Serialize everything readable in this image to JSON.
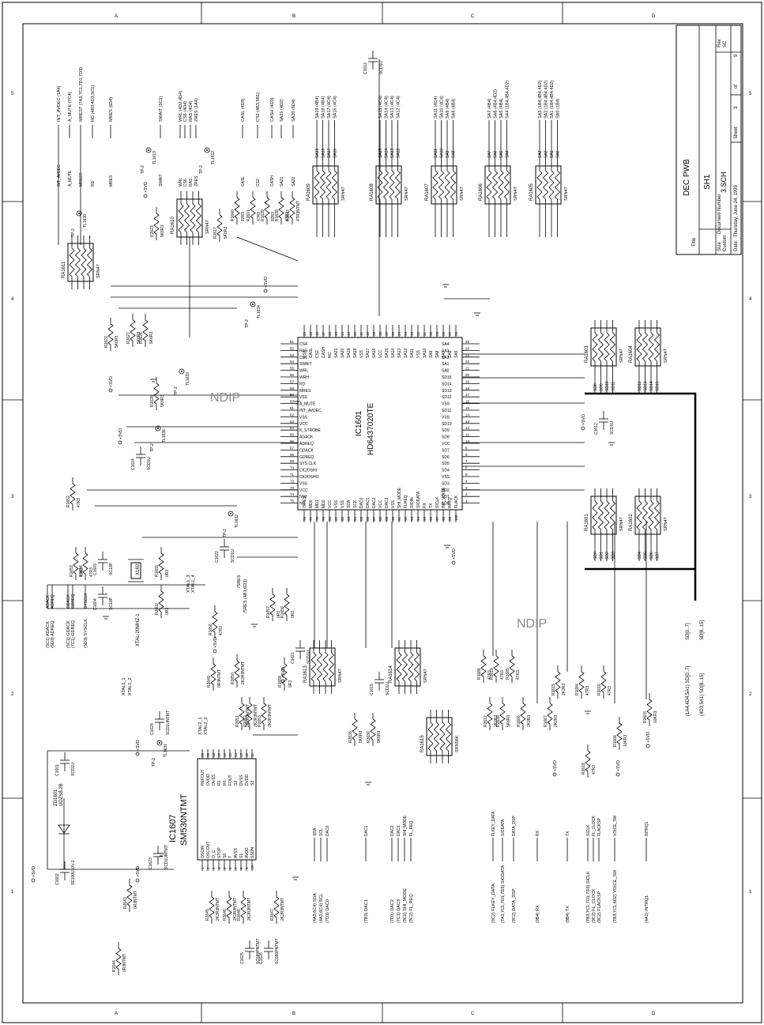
{
  "title_block": {
    "title_label": "Title",
    "title": "DEC PWB",
    "sheet_name": "SH1",
    "size_label": "Size",
    "size_value": "Custom",
    "doc_label": "Document Number",
    "doc_number": "3.SCH",
    "rev_label": "Rev",
    "rev_value": "SC",
    "date_label": "Date:",
    "date_value": "Thursday, June 24, 1999",
    "sheet_label": "Sheet",
    "sheet_num": "3",
    "of_label": "of",
    "sheet_total": "9"
  },
  "border": {
    "cols": [
      "A",
      "B",
      "C",
      "D"
    ],
    "rows": [
      "1",
      "2",
      "3",
      "4",
      "5"
    ]
  },
  "watermark": [
    "NDIP",
    "NDIP"
  ],
  "ics": {
    "main": {
      "ref": "IC1601",
      "part": "HD6437020TE"
    },
    "clock": {
      "ref": "IC1607",
      "part": "SM530NTMT"
    },
    "zener": {
      "ref": "ZD1601",
      "part": "UDZS8.2B"
    }
  },
  "ic1601_pins": {
    "top": [
      "VSS",
      "CASL",
      "CS2",
      "CASH",
      "NC",
      "SA21",
      "SA20",
      "SA19",
      "SA18",
      "VSS",
      "SA17",
      "SA16",
      "VCC",
      "SA15",
      "SA14",
      "SA13",
      "SA12",
      "SA11",
      "VSS",
      "SA10",
      "SA9",
      "SA8",
      "SA7",
      "SA6",
      "SA5"
    ],
    "top_nums": [
      "50",
      "49",
      "48",
      "47",
      "46",
      "45",
      "44",
      "43",
      "42",
      "41",
      "40",
      "39",
      "38",
      "37",
      "36",
      "35",
      "34",
      "33",
      "32",
      "31",
      "30",
      "29",
      "28",
      "27",
      "26"
    ],
    "left": [
      "CS4",
      "RAS",
      "CS6",
      "SWAIT",
      "WRL",
      "WRH",
      "RD",
      "MRES",
      "VSS",
      "A_MUTE",
      "INT_AVDEC",
      "VSS",
      "VCC",
      "K_STROBE",
      "ADACK",
      "ADREQ",
      "GDACK",
      "GDREQ",
      "SYS CLK",
      "CK2OSHI",
      "CK2OSHO",
      "VSS",
      "VCC",
      "NMI",
      "NC"
    ],
    "left_nums": [
      "51",
      "52",
      "53",
      "54",
      "55",
      "56",
      "57",
      "58",
      "59",
      "60",
      "61",
      "62",
      "63",
      "64",
      "65",
      "66",
      "67",
      "68",
      "69",
      "70",
      "71",
      "72",
      "73",
      "74",
      "75"
    ],
    "bottom": [
      "/SRES",
      "MD0",
      "MD1",
      "MD2",
      "VCC",
      "VSS",
      "VSS",
      "SDA",
      "SCK",
      "DAC0",
      "DAC1",
      "DAC2",
      "VCC",
      "DAC3",
      "VSS",
      "SHI_MODE",
      "FLREQ",
      "SIOIN",
      "SIODATA",
      "RX",
      "TX",
      "SICLK",
      "INT_VOICE",
      "INTIQ",
      "FLACK"
    ],
    "bottom_nums": [
      "76",
      "77",
      "78",
      "79",
      "80",
      "81",
      "82",
      "83",
      "84",
      "85",
      "86",
      "87",
      "88",
      "89",
      "90",
      "91",
      "92",
      "93",
      "94",
      "95",
      "96",
      "97",
      "98",
      "99",
      "100"
    ],
    "right": [
      "SA4",
      "SA3",
      "SA2",
      "SA1",
      "SA0",
      "SD15",
      "SD14",
      "SD13",
      "SD12",
      "VSS",
      "SD11",
      "VSS",
      "SD10",
      "SD9",
      "SD8",
      "VCC",
      "SD7",
      "SD6",
      "SD5",
      "SD4",
      "VSS",
      "SD3",
      "SD2",
      "SD1",
      "SD0"
    ],
    "right_nums": [
      "25",
      "24",
      "23",
      "22",
      "21",
      "20",
      "19",
      "18",
      "17",
      "16",
      "15",
      "14",
      "13",
      "12",
      "11",
      "10",
      "9",
      "8",
      "7",
      "6",
      "5",
      "4",
      "3",
      "2",
      "1"
    ]
  },
  "ic1607_pins": {
    "top": [
      "REFOUT",
      "OVDD",
      "OVSS",
      "R1",
      "R0",
      "FOUT",
      "S2",
      "DVSS",
      "DVDD",
      "S3"
    ],
    "top_nums": [
      "20",
      "19",
      "18",
      "17",
      "16",
      "15",
      "14",
      "13",
      "12",
      "11"
    ],
    "bottom": [
      "OSCIN",
      "OSCOUT",
      "O_C",
      "STOP",
      "S0",
      "T",
      "AVSS",
      "S1",
      "AVDD",
      "SSON"
    ],
    "bottom_nums": [
      "1",
      "2",
      "3",
      "4",
      "5",
      "6",
      "7",
      "8",
      "9",
      "10"
    ]
  },
  "top_address_groups": [
    {
      "ref": "RA1609",
      "type": "SRN47",
      "signals": [
        "SA19 (4B4)",
        "SA18 (4B4)",
        "SA17 (4C4)",
        "SA16 (4C4)"
      ],
      "nets": [
        "SA19",
        "SA18",
        "SA17",
        "SA16"
      ]
    },
    {
      "ref": "RA1608",
      "type": "SRN47",
      "signals": [
        "SA15 (4C4)",
        "SA14 (4C4)",
        "SA13 (4C4)",
        "SA12 (4C4)"
      ],
      "nets": [
        "SA15",
        "SA14",
        "SA13",
        "SA12"
      ]
    },
    {
      "ref": "RA1607",
      "type": "SRN47",
      "signals": [
        "SA11 (4C4)",
        "SA10 (4C4)",
        "SA9 (4B4)",
        "SA8 (4B4)"
      ],
      "nets": [
        "SA11",
        "SA10",
        "SA9",
        "SA8"
      ]
    },
    {
      "ref": "RA1606",
      "type": "SRN47",
      "signals": [
        "SA7 (4B4)",
        "SA6 (4B4,4D2)",
        "SA5 (4B4)",
        "SA4 (1B4,4B4,4D2)"
      ],
      "nets": [
        "SA7",
        "SA6",
        "SA5",
        "SA4"
      ]
    },
    {
      "ref": "RA1605",
      "type": "SRN47",
      "signals": [
        "SA3 (1B4,4B4,4D2)",
        "SA2 (1B4,4B4,4D2)",
        "SA1 (1B4,4B4,4D2)",
        "SA0 (1B4)"
      ],
      "nets": [
        "SA3",
        "SA2",
        "SA1",
        "SA0"
      ]
    }
  ],
  "top_left_signals": [
    "INT_AVDEC (1A4)",
    "A_MUTE (7C4)",
    "MREST (7A3,7C1,7D1,7D3)",
    "RD (4B3,4D3,5C1)",
    "MRES (6D4)",
    "SWAIT (5C1)",
    "WRL (4D2,4D4)",
    "CS6 (4D4)",
    "RAS (4D4)",
    "ZRES (1A4)",
    "CASL (4D3)",
    "CS2 (4B3,5B1)",
    "CASH (4D3)",
    "SA21 (4D2)",
    "SA20 (6D4)"
  ],
  "top_left_nets": [
    "INT_AVDEC",
    "A_MUTE",
    "MREST",
    "RD",
    "MRES",
    "SWAIT",
    "WRL",
    "CS6",
    "RAS",
    "ZRES",
    "CASL",
    "CS2",
    "CASH",
    "SA21",
    "SA20"
  ],
  "resistor_arrays": [
    "RA1601",
    "RA1602",
    "RA1603",
    "RA1604",
    "RA1610",
    "RA1611",
    "RA1613",
    "RA1614",
    "RA1615"
  ],
  "array_type": "SRN47",
  "array_type_alt": "SRN56K",
  "resistors": [
    {
      "ref": "R1640",
      "val": "82R3"
    },
    {
      "ref": "R2601",
      "val": "47R3"
    },
    {
      "ref": "R1639",
      "val": "82R3"
    },
    {
      "ref": "R1638",
      "val": "47R3"
    },
    {
      "ref": "R2642",
      "val": "4TR3NTMT"
    },
    {
      "ref": "R2623",
      "val": "5K6R3"
    },
    {
      "ref": "R2617",
      "val": "5K6R3"
    },
    {
      "ref": "R2622",
      "val": "5K6R3"
    },
    {
      "ref": "R2627",
      "val": "5K6R3"
    },
    {
      "ref": "R2626",
      "val": "5K6R3"
    },
    {
      "ref": "R2628",
      "val": "5K6R3"
    },
    {
      "ref": "R1652",
      "val": "47R3"
    },
    {
      "ref": "R1653",
      "val": "47R3"
    },
    {
      "ref": "R1654",
      "val": "47R3"
    },
    {
      "ref": "R1655",
      "val": "0R3"
    },
    {
      "ref": "R2602",
      "val": "0R3"
    },
    {
      "ref": "R1656",
      "val": "47R3"
    },
    {
      "ref": "R1657",
      "val": "0R3"
    },
    {
      "ref": "R1659",
      "val": "0R3"
    },
    {
      "ref": "R1658",
      "val": "0R3"
    },
    {
      "ref": "R2649",
      "val": "0R3NTMT"
    },
    {
      "ref": "R2650",
      "val": "2K2R3NTMT"
    },
    {
      "ref": "R2651",
      "val": "2K2R3NTMT"
    },
    {
      "ref": "R2652",
      "val": "2K2R3NTMT"
    },
    {
      "ref": "R2653",
      "val": "2K2R3NTMT"
    },
    {
      "ref": "R2635",
      "val": "5K6R3"
    },
    {
      "ref": "R2636",
      "val": "5K6R3"
    },
    {
      "ref": "R1686",
      "val": "47R3"
    },
    {
      "ref": "R2619",
      "val": "47R3"
    },
    {
      "ref": "R1685",
      "val": "47R3"
    },
    {
      "ref": "R2612",
      "val": "2K2R3"
    },
    {
      "ref": "R2638",
      "val": "5K6R3"
    },
    {
      "ref": "R1666",
      "val": "2K2R3"
    },
    {
      "ref": "R1667",
      "val": "2K2R3"
    },
    {
      "ref": "R2615",
      "val": "2K2R3"
    },
    {
      "ref": "R1684",
      "val": "47R3"
    },
    {
      "ref": "R2616",
      "val": "47R3"
    },
    {
      "ref": "R2618",
      "val": "47R3"
    },
    {
      "ref": "R1668",
      "val": "10KR3"
    },
    {
      "ref": "R2603",
      "val": "10KR3"
    },
    {
      "ref": "R2643",
      "val": "0R3NTMT"
    },
    {
      "ref": "R2644",
      "val": "0R3NTMT"
    },
    {
      "ref": "R2645",
      "val": "2K2R3NTMT"
    },
    {
      "ref": "R2646",
      "val": "2K2R3NTMT"
    },
    {
      "ref": "R2648",
      "val": "2K2R3NTMT"
    },
    {
      "ref": "R2647",
      "val": "2K2R3NTMT"
    }
  ],
  "capacitors": [
    {
      "ref": "C1613",
      "val": "SCD1U"
    },
    {
      "ref": "C1612",
      "val": "SCD1U"
    },
    {
      "ref": "C1614",
      "val": "SCD1U"
    },
    {
      "ref": "C1622",
      "val": "SCD1U"
    },
    {
      "ref": "C1603",
      "val": "SC10P"
    },
    {
      "ref": "C1604",
      "val": "SC10P"
    },
    {
      "ref": "C1621",
      "val": "SCD1U"
    },
    {
      "ref": "C1615",
      "val": "SCD1U"
    },
    {
      "ref": "C1624",
      "val": "SCD1UNTMT"
    },
    {
      "ref": "C1623",
      "val": "SCD1UNTMT"
    },
    {
      "ref": "C1601",
      "val": "SCD1U"
    },
    {
      "ref": "C1602",
      "val": "SE100U10V-2"
    },
    {
      "ref": "C1625",
      "val": "SC680PNTMT"
    },
    {
      "ref": "C1626",
      "val": "SC680PNTMT"
    }
  ],
  "crystal": {
    "ref": "X1601",
    "val": "XTAL-20MHZ-1"
  },
  "test_points": [
    "TL1613",
    "TL1612",
    "TL1630",
    "TL1634",
    "TL1633",
    "TL1636",
    "TL1632",
    "TL1631"
  ],
  "tp_label": "TP-2",
  "power": "+5VD",
  "left_signals": [
    "(5C1) ADACK",
    "(5D3) ADREQ",
    "(5C1) GDACK",
    "(7C1) GDREQ",
    "(5D3) SYSCLK"
  ],
  "left_nets": [
    "ADACK",
    "ADREQ",
    "GDACK",
    "GDREQ",
    "SYSCLK"
  ],
  "xtal_nets": [
    "XTAL1_1",
    "XTAL1_2",
    "XTAL1_3",
    "XTAL1_4",
    "XTAL2_1",
    "XTAL2_2"
  ],
  "misc_nets": [
    "/SRES",
    "/SRES (4B1,6D3)",
    "SD[0..7]",
    "SD[8..15]",
    "(1A4,4D4,5A1) SD[0..7]",
    "(4D3,5A1) SD[8..15]"
  ],
  "bottom_signals": [
    "(4A3,6C4) SDA",
    "(4A3,6C4) SCL",
    "(7D3) DAC0",
    "(7B3) DAC1",
    "(7D1) DAC2",
    "(7C1) DAC3",
    "(9C2) SHI_MODE",
    "(9C2) FL_REQ",
    "(9C2) FLKEY_DATA",
    "(7A3,7C1,7D1,7D3) SIODATA",
    "(9C2) DATA_DSP",
    "(9B4) RX",
    "(9B4) TX",
    "(7B3,7C1,7D1,7D3) SICLK",
    "(9C2) FL_CLOCK",
    "(9C2) FLACKSP",
    "(7B3,7C1,6D2) VOICE_SW",
    "(4A1) INTRQ1"
  ],
  "bottom_nets": [
    "SDA",
    "SCL",
    "DAC0",
    "DAC1",
    "DAC2",
    "DAC3",
    "SHI_MODE",
    "FL_REQ",
    "FLKEY_DATA",
    "SIODATA",
    "DATA_DSP",
    "RX",
    "TX",
    "SICLK",
    "FL_CLOCK",
    "FLACKSP",
    "VOICE_SW",
    "INTRQ1"
  ],
  "right_data_groups": [
    {
      "ref": "RA1603",
      "nets": [
        "SD8",
        "SD9",
        "SD10",
        "SD11"
      ]
    },
    {
      "ref": "RA1604",
      "nets": [
        "SD12",
        "SD13",
        "SD14",
        "SD15"
      ]
    },
    {
      "ref": "RA1601",
      "nets": [
        "SD0",
        "SD1",
        "SD2",
        "SD3"
      ]
    },
    {
      "ref": "RA1602",
      "nets": [
        "SD4",
        "SD5",
        "SD6",
        "SD7"
      ]
    }
  ],
  "colors": {
    "ink": "#000000",
    "paper": "#ffffff",
    "watermark": "#8a8a8a"
  }
}
